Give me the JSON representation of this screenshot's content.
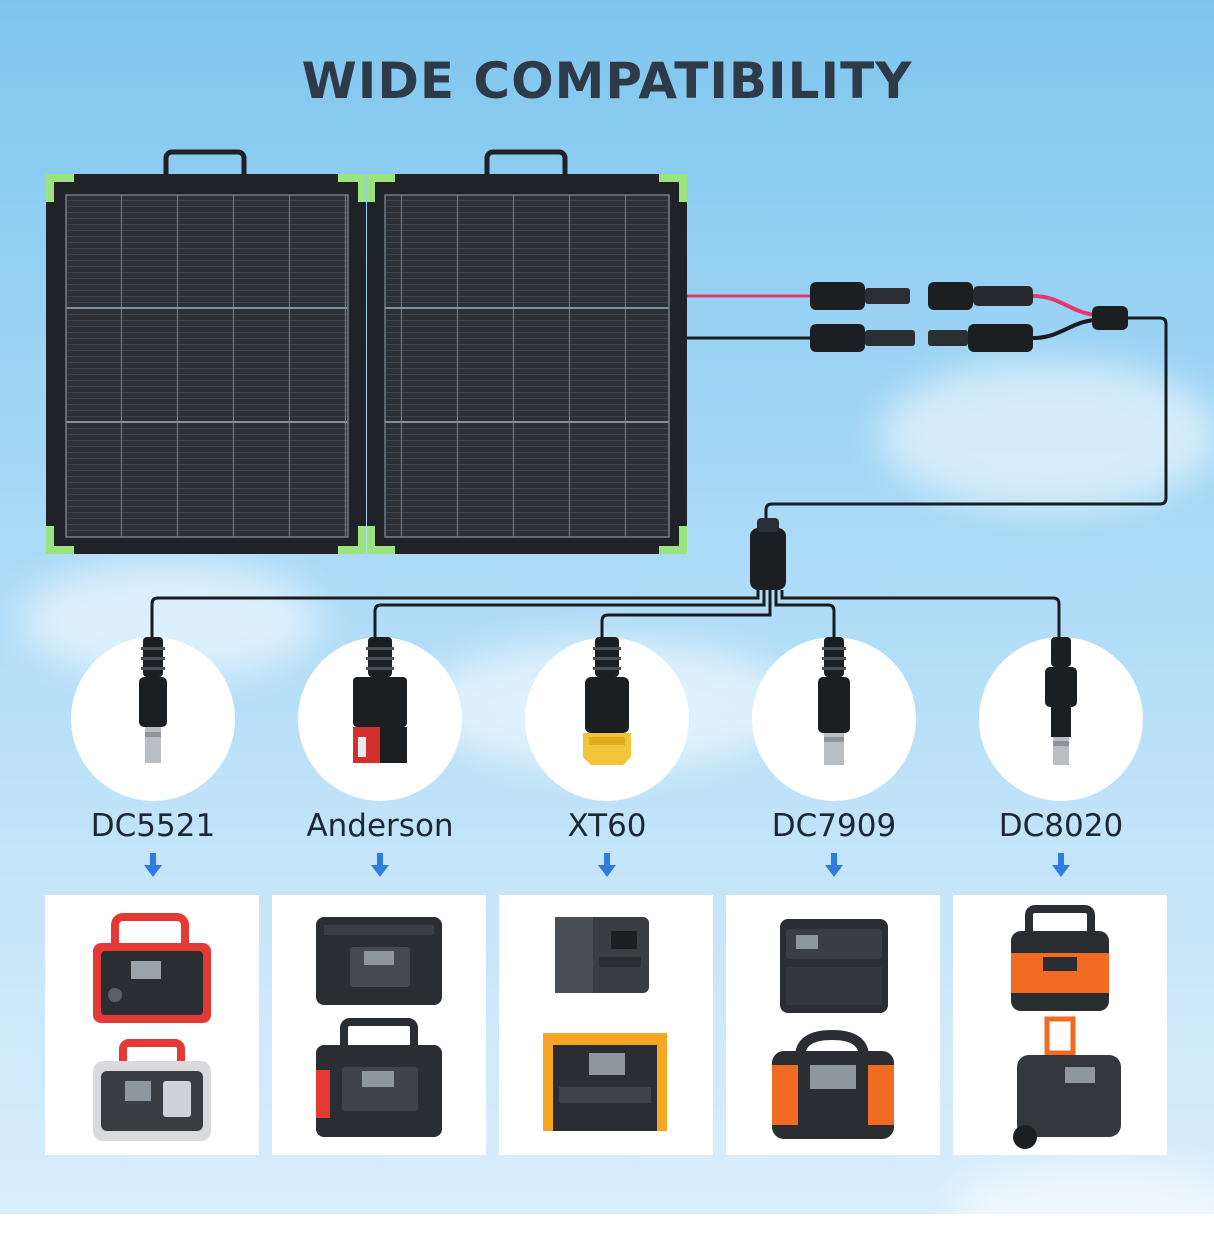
{
  "title": "WIDE COMPATIBILITY",
  "connectors": [
    {
      "label": "DC5521",
      "icon": "dc5521-plug-icon"
    },
    {
      "label": "Anderson",
      "icon": "anderson-plug-icon"
    },
    {
      "label": "XT60",
      "icon": "xt60-plug-icon"
    },
    {
      "label": "DC7909",
      "icon": "dc7909-plug-icon"
    },
    {
      "label": "DC8020",
      "icon": "dc8020-plug-icon"
    }
  ],
  "colors": {
    "frame_accent": "#9be37e",
    "panel_cell": "#2e3338",
    "cable_positive": "#e8366b",
    "arrow": "#2f7be0",
    "title": "#2e3a48"
  }
}
